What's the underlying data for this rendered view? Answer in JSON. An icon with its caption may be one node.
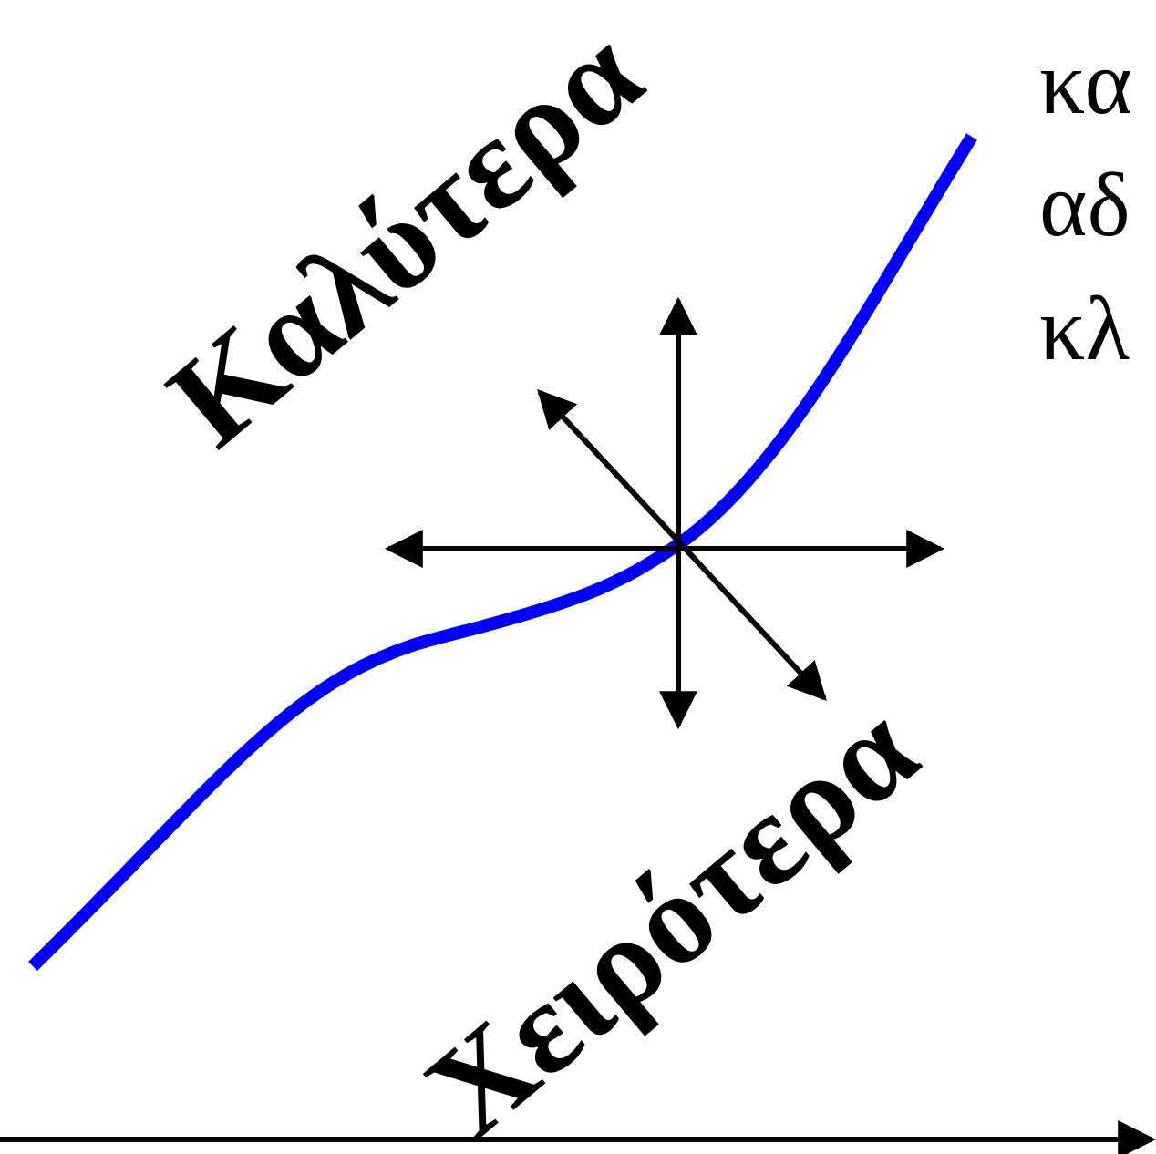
{
  "diagram": {
    "labels": [
      "Καλύτερα",
      "κα",
      "αδ",
      "κλ",
      "Χειρότερα"
    ]
  }
}
